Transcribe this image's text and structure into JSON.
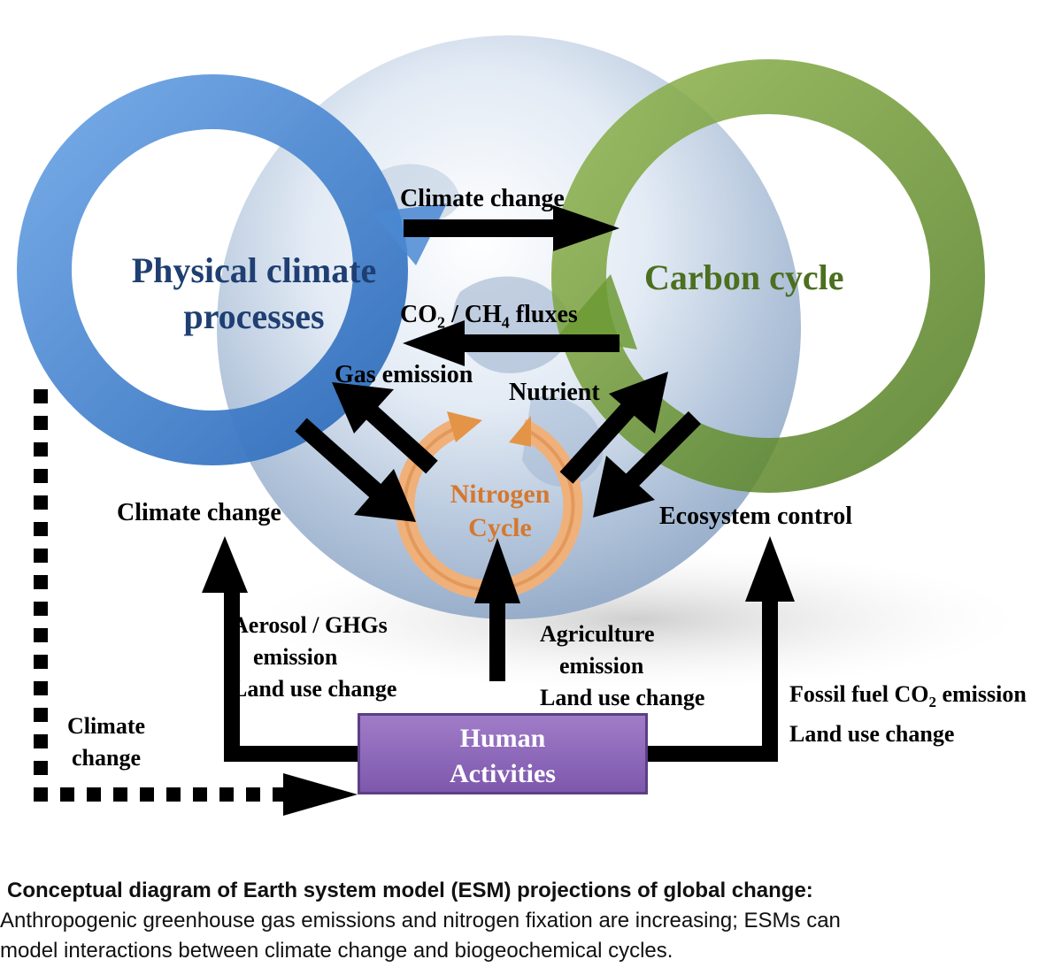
{
  "diagram": {
    "loops": {
      "physical": {
        "label_line1": "Physical climate",
        "label_line2": "processes",
        "color": "#3f7fcc"
      },
      "carbon": {
        "label": "Carbon cycle",
        "color": "#5f8a2a"
      },
      "nitrogen": {
        "label_line1": "Nitrogen",
        "label_line2": "Cycle",
        "color": "#e39447"
      }
    },
    "arrows": {
      "climate_change_top": "Climate change",
      "co2_prefix": "CO",
      "co2_sub": "2",
      "co2_mid": " / CH",
      "ch4_sub": "4",
      "co2_suffix": " fluxes",
      "gas_emission": "Gas emission",
      "nutrient": "Nutrient"
    },
    "nodes": {
      "climate_change_left": "Climate change",
      "ecosystem_control": "Ecosystem control",
      "human_line1": "Human",
      "human_line2": "Activities",
      "human_color": "#8a66b8"
    },
    "drivers": {
      "aerosol_line1": "Aerosol / GHGs",
      "aerosol_line2": "emission",
      "aerosol_line3": "Land use change",
      "agri_line1": "Agriculture",
      "agri_line2": "emission",
      "agri_line3": "Land use change",
      "fossil_prefix": "Fossil fuel CO",
      "fossil_sub": "2",
      "fossil_suffix": " emission",
      "fossil_line2": "Land use change",
      "dotted_line1": "Climate",
      "dotted_line2": "change"
    }
  },
  "caption": {
    "title": "Conceptual diagram of Earth system model (ESM) projections of global change:",
    "body_line1": "Anthropogenic greenhouse gas emissions and nitrogen fixation are increasing; ESMs can",
    "body_line2": "model interactions between climate change and biogeochemical cycles."
  }
}
